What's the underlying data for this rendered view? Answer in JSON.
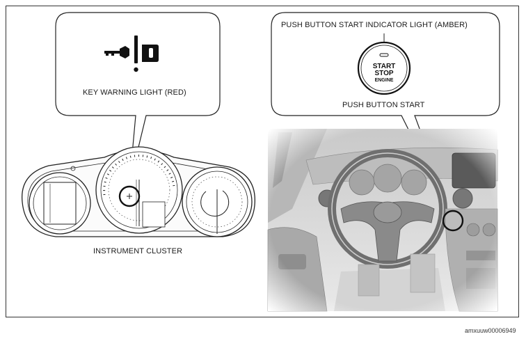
{
  "figure": {
    "labels": {
      "key_warning_light": "KEY WARNING LIGHT (RED)",
      "instrument_cluster": "INSTRUMENT CLUSTER",
      "push_button_indicator": "PUSH BUTTON START INDICATOR LIGHT (AMBER)",
      "push_button_start": "PUSH BUTTON START"
    },
    "button_text": {
      "line1": "START",
      "line2": "STOP",
      "line3": "ENGINE"
    },
    "reference_code": "amxuuw00006949"
  },
  "icons": [
    "key-warning-icon",
    "push-button-start-icon"
  ]
}
